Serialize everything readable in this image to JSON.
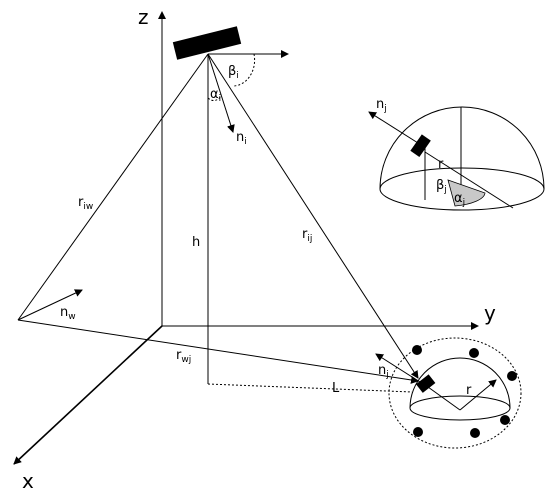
{
  "axes": {
    "z": "z",
    "y": "y",
    "x": "x"
  },
  "labels": {
    "beta_i": "β",
    "beta_i_sub": "i",
    "alpha_i": "α",
    "alpha_i_sub": "i",
    "n_i": "n",
    "n_i_sub": "i",
    "r_iw": "r",
    "r_iw_sub": "iw",
    "h": "h",
    "r_ij": "r",
    "r_ij_sub": "ij",
    "n_w": "n",
    "n_w_sub": "w",
    "r_wj": "r",
    "r_wj_sub": "wj",
    "L": "L",
    "n_j": "n",
    "n_j_sub": "j",
    "r_small": "r",
    "inset_n_j": "n",
    "inset_n_j_sub": "j",
    "inset_r": "r",
    "inset_beta_j": "β",
    "inset_beta_j_sub": "j",
    "inset_alpha_j": "α",
    "inset_alpha_j_sub": "j"
  },
  "colors": {
    "ink": "#000000",
    "background": "#ffffff",
    "inset_shade": "#c8c8c8"
  }
}
